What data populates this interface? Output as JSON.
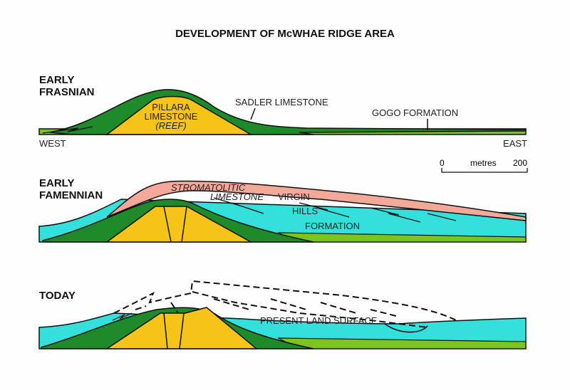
{
  "title": "DEVELOPMENT OF McWHAE RIDGE AREA",
  "panels": [
    {
      "stage_line1": "EARLY",
      "stage_line2": "FRASNIAN",
      "labels": {
        "pillara1": "PILLARA",
        "pillara2": "LIMESTONE",
        "reef": "(REEF)",
        "sadler": "SADLER LIMESTONE",
        "gogo": "GOGO FORMATION",
        "west": "WEST",
        "east": "EAST"
      }
    },
    {
      "stage_line1": "EARLY",
      "stage_line2": "FAMENNIAN",
      "labels": {
        "strom": "STROMATOLITIC",
        "lime": "LIMESTONE",
        "virgin": "VIRGIN",
        "hills": "HILLS",
        "formation": "FORMATION"
      }
    },
    {
      "stage_line1": "TODAY",
      "labels": {
        "surface": "PRESENT LAND SURFACE"
      }
    }
  ],
  "scale": {
    "min": "0",
    "unit": "metres",
    "max": "200"
  },
  "colors": {
    "reef": "#f6c419",
    "sadler": "#1e8a2a",
    "gogo": "#7cc521",
    "virgin_hills": "#33e0dc",
    "stromatolitic": "#f2a99a"
  }
}
